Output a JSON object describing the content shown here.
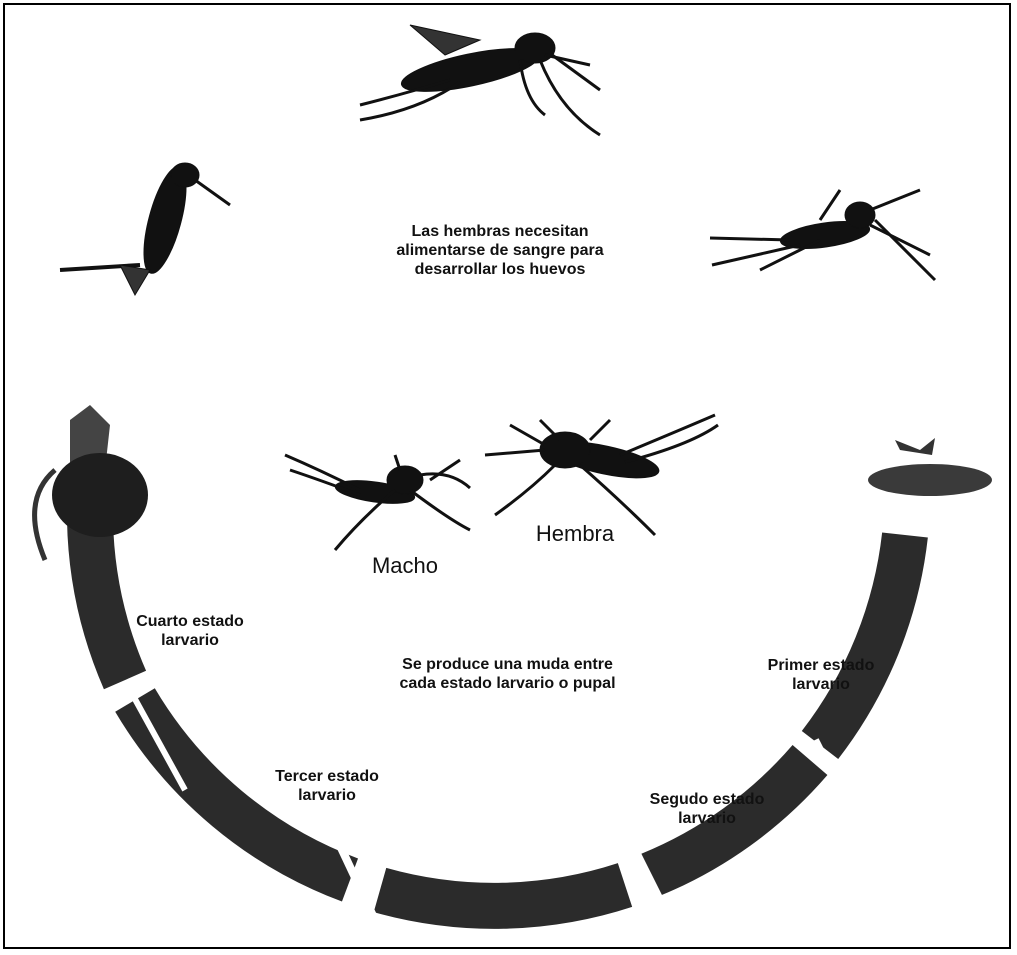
{
  "colors": {
    "ink": "#111111",
    "stage_band": "#2b2b2b",
    "background": "#ffffff"
  },
  "center_top_text": "Las hembras necesitan alimentarse de sangre para desarrollar los huevos",
  "center_bottom_text": "Se produce una muda entre cada estado larvario o pupal",
  "adults": {
    "male": "Macho",
    "female": "Hembra"
  },
  "stages": {
    "fourth": "Cuarto estado larvario",
    "third": "Tercer estado larvario",
    "second": "Segudo estado larvario",
    "first": "Primer estado larvario"
  },
  "icons": [
    "mosquito-feeding-icon",
    "mosquito-emerging-icon",
    "mosquito-resting-icon",
    "male-mosquito-icon",
    "female-mosquito-icon",
    "egg-raft-icon",
    "pupa-icon"
  ]
}
